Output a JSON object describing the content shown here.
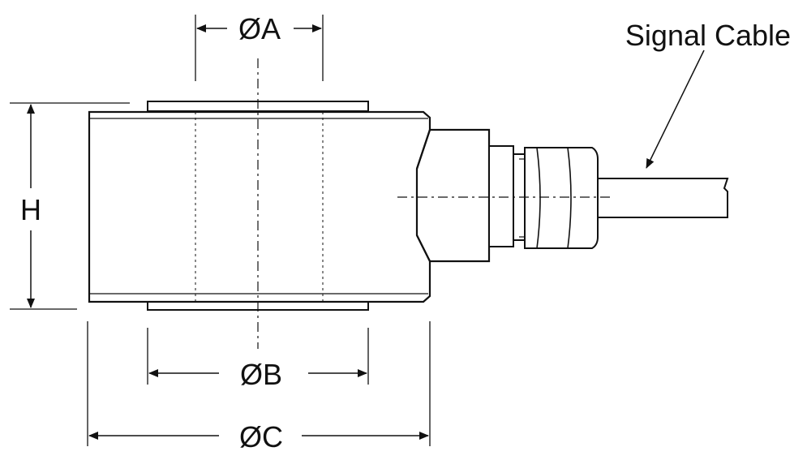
{
  "labels": {
    "dia_a": "ØA",
    "dia_b": "ØB",
    "dia_c": "ØC",
    "height": "H",
    "signal_cable": "Signal Cable"
  },
  "colors": {
    "line": "#111111",
    "body_fill": "#ffffff",
    "background": "#ffffff"
  }
}
